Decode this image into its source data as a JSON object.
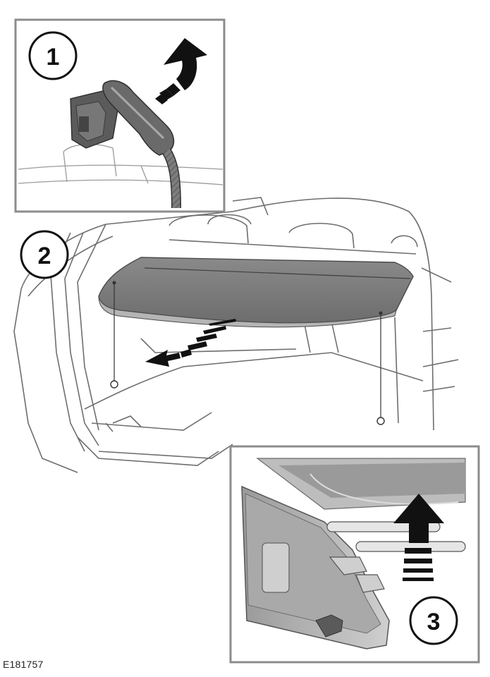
{
  "figure_code": "E181757",
  "callouts": [
    "1",
    "2",
    "3"
  ],
  "colors": {
    "line": "#6e6e6e",
    "panel_border": "#8c8c8c",
    "cover": "#7a7a7a",
    "cover_edge": "#b5b5b5",
    "arrow": "#111111",
    "plug": "#5b5b5b"
  }
}
